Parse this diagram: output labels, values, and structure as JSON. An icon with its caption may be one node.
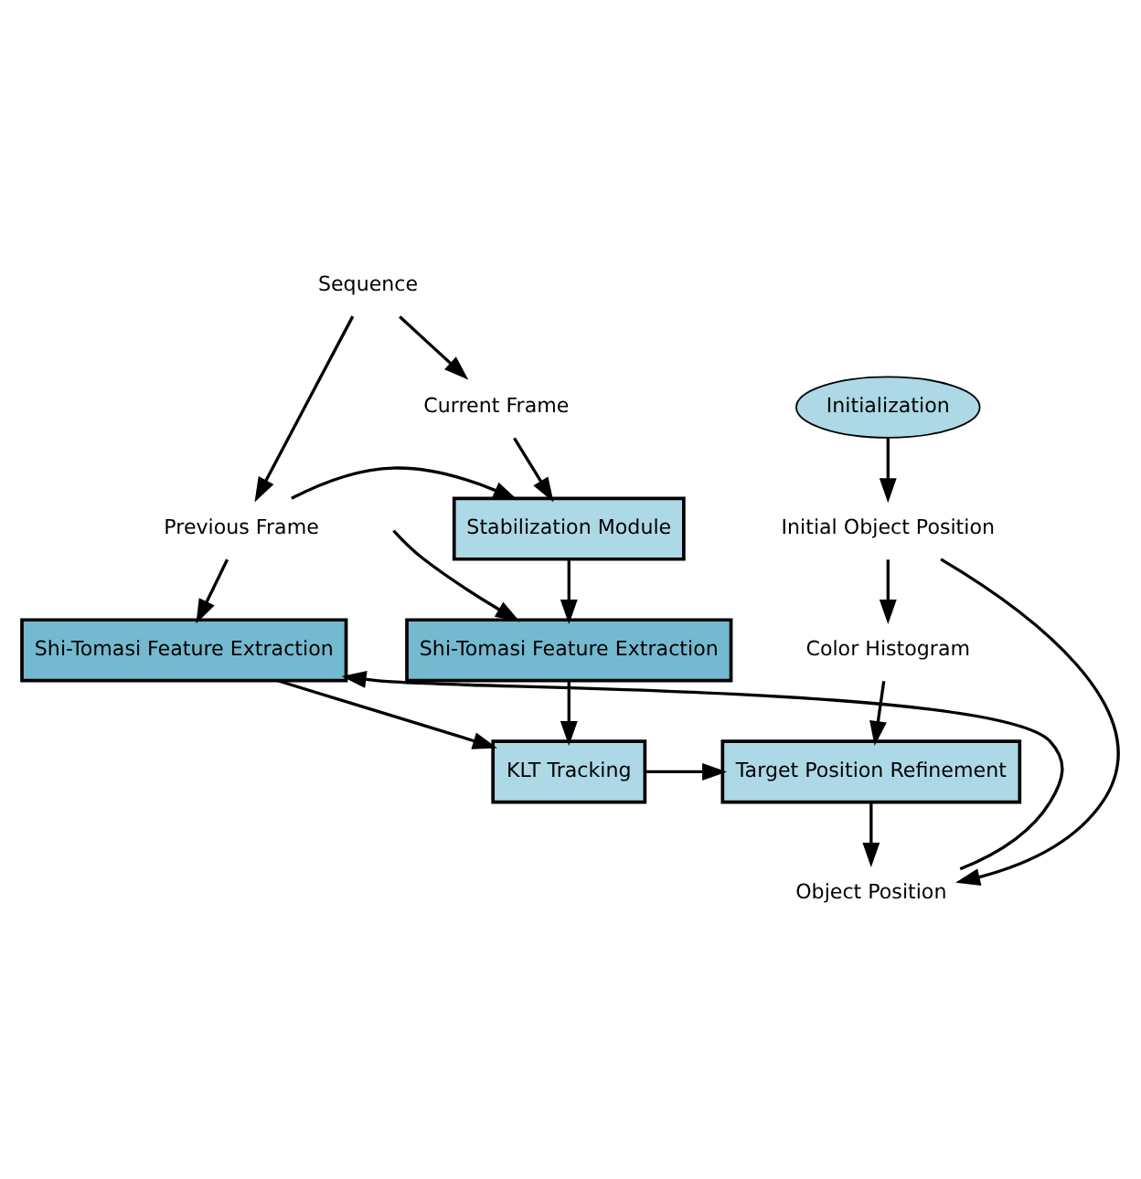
{
  "diagram": {
    "nodes": [
      {
        "text": [
          "Sequence"
        ]
      },
      {
        "text": [
          "Current Frame"
        ]
      },
      {
        "text": [
          "Initialization"
        ]
      },
      {
        "text": [
          "Previous Frame"
        ]
      },
      {
        "text": [
          "Stabilization Module"
        ]
      },
      {
        "text": [
          "Initial Object Position"
        ]
      },
      {
        "text": [
          "Shi-Tomasi Feature Extraction"
        ]
      },
      {
        "text": [
          "Shi-Tomasi Feature Extraction"
        ]
      },
      {
        "text": [
          "Color Histogram"
        ]
      },
      {
        "text": [
          "KLT Tracking"
        ]
      },
      {
        "text": [
          "Target Position Refinement"
        ]
      },
      {
        "text": [
          "Object Position"
        ]
      }
    ],
    "edges": [
      {
        "from": 0,
        "to": 1,
        "arrow": "to"
      },
      {
        "from": 0,
        "to": 3,
        "arrow": "to"
      },
      {
        "from": 1,
        "to": 4,
        "arrow": "to"
      },
      {
        "from": 3,
        "to": 4,
        "arrow": "to"
      },
      {
        "from": 2,
        "to": 5,
        "arrow": "to"
      },
      {
        "from": 3,
        "to": 6,
        "arrow": "to"
      },
      {
        "from": 4,
        "to": 7,
        "arrow": "to"
      },
      {
        "from": null,
        "to": 7,
        "arrow": "to"
      },
      {
        "from": 11,
        "to": 6,
        "arrow": "to"
      },
      {
        "from": 5,
        "to": 8,
        "arrow": "to"
      },
      {
        "from": 6,
        "to": 9,
        "arrow": "to"
      },
      {
        "from": 7,
        "to": 9,
        "arrow": "to"
      },
      {
        "from": 9,
        "to": 10,
        "arrow": "to"
      },
      {
        "from": 8,
        "to": 10,
        "arrow": "to"
      },
      {
        "from": 10,
        "to": 11,
        "arrow": "to"
      },
      {
        "from": 5,
        "to": 11,
        "arrow": "to"
      }
    ]
  }
}
